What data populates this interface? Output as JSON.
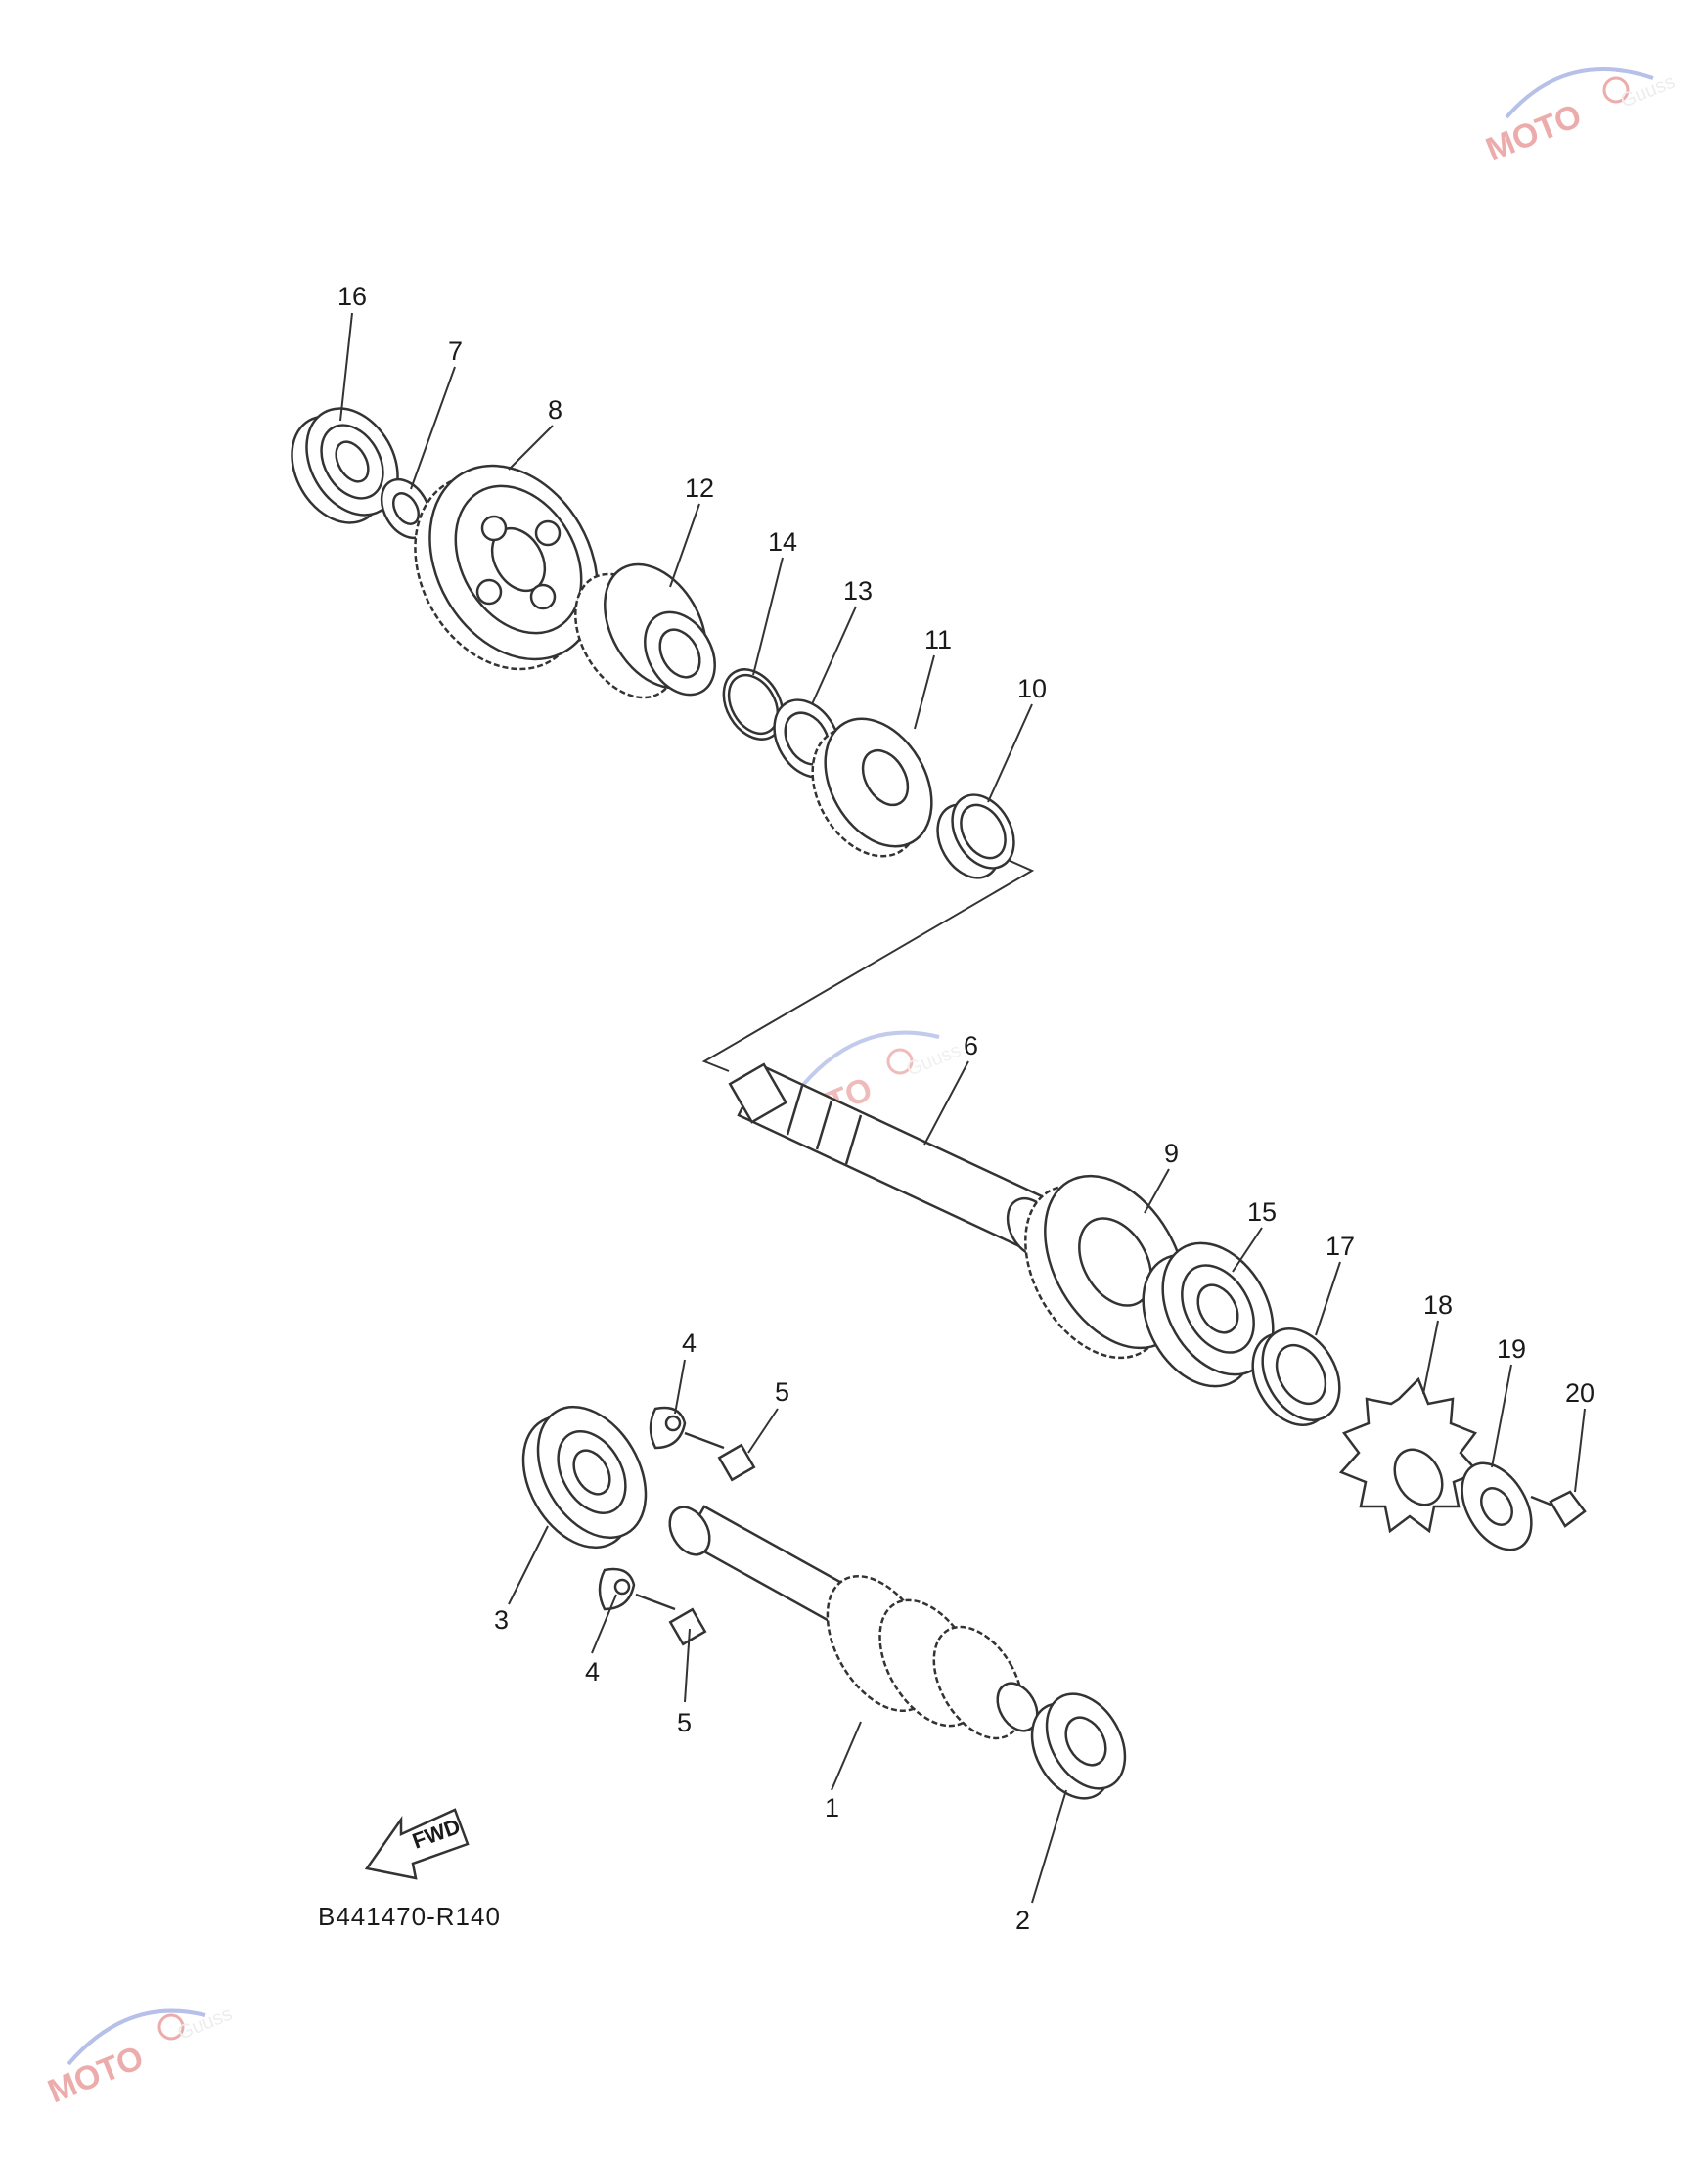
{
  "diagram": {
    "reference_code": "B441470-R140",
    "fwd_label": "FWD",
    "callouts": {
      "p1": "1",
      "p2": "2",
      "p3": "3",
      "p4a": "4",
      "p4b": "4",
      "p5a": "5",
      "p5b": "5",
      "p6": "6",
      "p7": "7",
      "p8": "8",
      "p9": "9",
      "p10": "10",
      "p11": "11",
      "p12": "12",
      "p13": "13",
      "p14": "14",
      "p15": "15",
      "p16": "16",
      "p17": "17",
      "p18": "18",
      "p19": "19",
      "p20": "20"
    }
  },
  "watermark": {
    "text": "Guuss",
    "brand_color": "#e06a6a",
    "accent_color": "#7c8ed6"
  }
}
